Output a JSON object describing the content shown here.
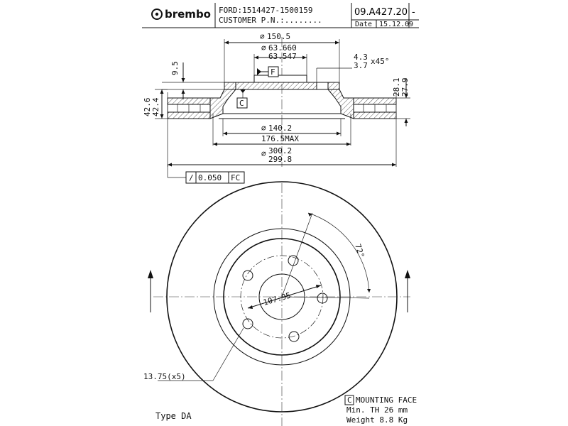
{
  "header": {
    "logo": "brembo",
    "oem": "FORD:1514427-1500159",
    "customer_pn": "CUSTOMER P.N.:........",
    "part_number": "09.A427.20",
    "suffix": "-",
    "date_label": "Date",
    "date_value": "15.12.09"
  },
  "dimensions": {
    "d_150_5": "150.5",
    "d_63_660": "63.660",
    "d_63_547": "63.547",
    "chamfer_a": "4.3",
    "chamfer_b": "3.7",
    "chamfer_angle": "x45°",
    "h_9_5": "9.5",
    "h_42_6": "42.6",
    "h_42_4": "42.4",
    "h_28_1": "28.1",
    "h_27_9": "27.9",
    "datum_f": "F",
    "datum_c": "C",
    "d_140_2": "140.2",
    "d_176_5": "176.5MAX",
    "d_300_2": "300.2",
    "d_299_8": "299.8",
    "runout_symbol": "/",
    "runout_value": "0.050",
    "runout_ref": "FC",
    "angle": "72°",
    "pcd": "107.95",
    "holes": "13.75(x5)"
  },
  "footer": {
    "type": "Type DA",
    "mounting_box": "C",
    "mounting_face": "MOUNTING FACE",
    "min_th": "Min. TH 26 mm",
    "weight": "Weight 8.8 Kg"
  }
}
